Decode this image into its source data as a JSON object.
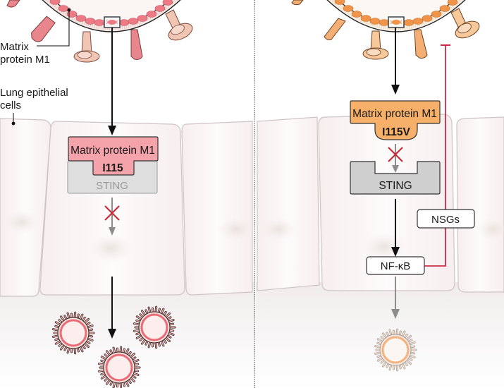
{
  "left_panel": {
    "labels": {
      "matrix_line1": "Matrix",
      "matrix_line2": "protein M1",
      "cells_line1": "Lung epithelial",
      "cells_line2": "cells"
    },
    "m1_box": {
      "title": "Matrix protein M1",
      "variant": "I115"
    },
    "sting_box": {
      "label": "STING"
    },
    "colors": {
      "m1_fill": "#f4a3ab",
      "virus_red": "#e96b77",
      "sting_fill": "#dedede"
    }
  },
  "right_panel": {
    "m1_box": {
      "title": "Matrix protein M1",
      "variant": "I115V"
    },
    "sting_box": {
      "label": "STING"
    },
    "nsgs_box": {
      "label": "NSGs"
    },
    "nfkb_box": {
      "label": "NF-κB"
    },
    "colors": {
      "m1_fill": "#f6b06a",
      "virus_orange": "#f0944a",
      "sting_fill": "#cfcfcf",
      "inhibit_red": "#c8102e"
    }
  }
}
